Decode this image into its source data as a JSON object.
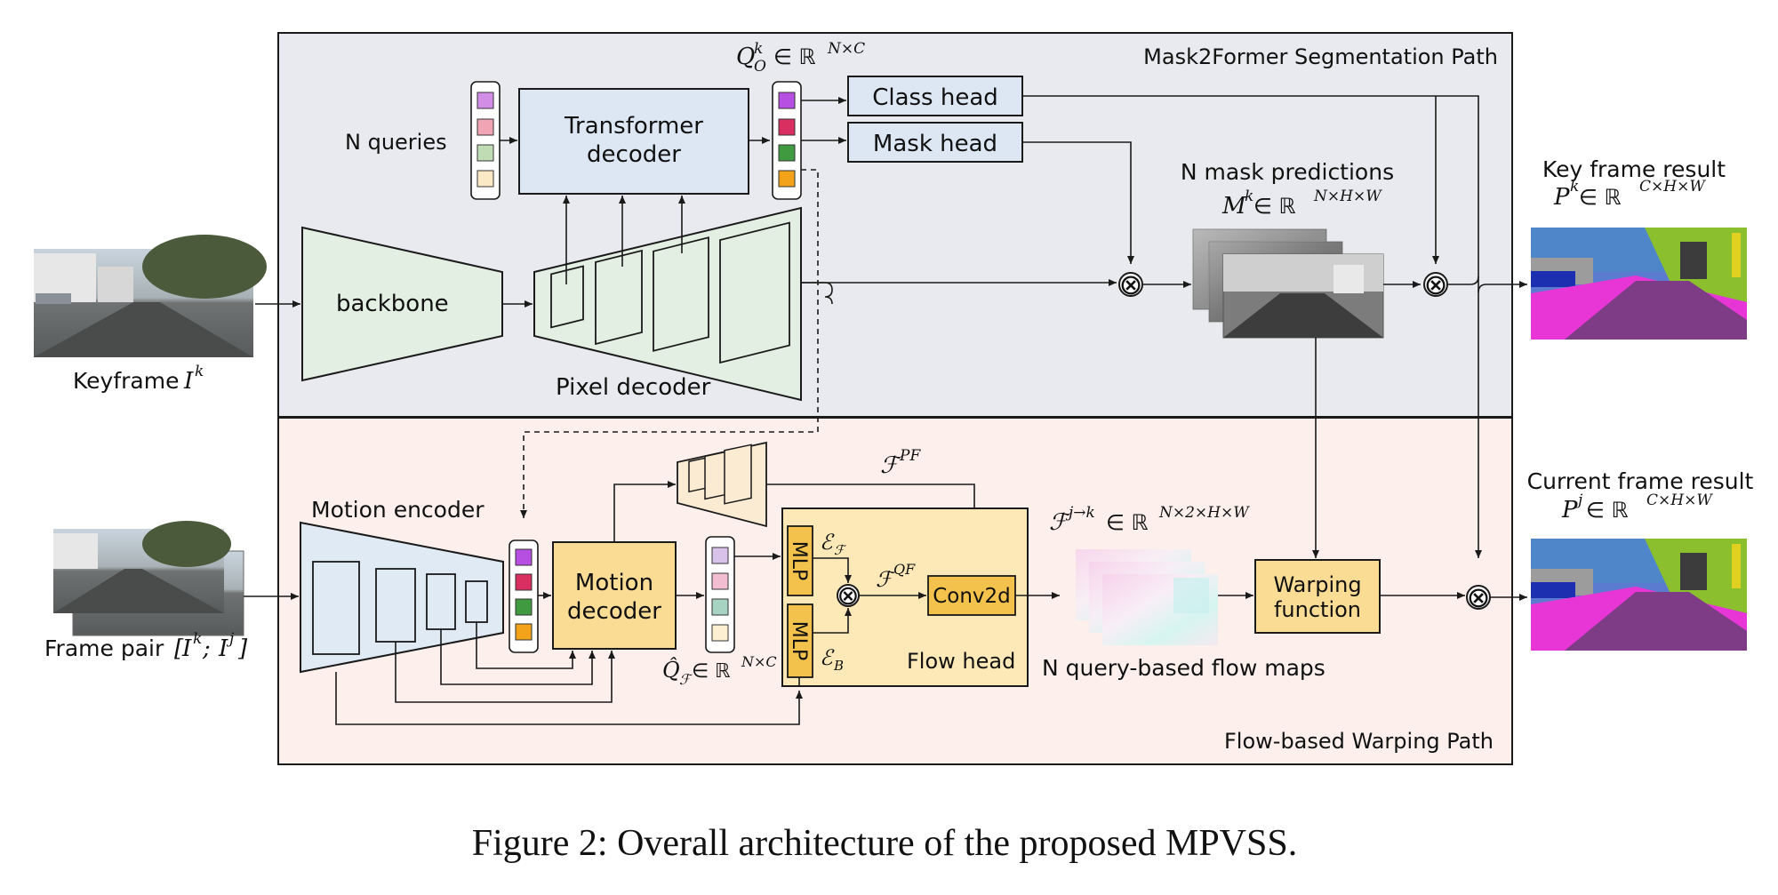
{
  "labels": {
    "seg_path": "Mask2Former Segmentation Path",
    "warp_path": "Flow-based Warping Path",
    "n_queries": "N queries",
    "transformer_decoder_l1": "Transformer",
    "transformer_decoder_l2": "decoder",
    "q0": "Q",
    "q0_sup": "k",
    "q0_sub": "O",
    "q0_dim": "∈ ℝ",
    "q0_dim_sup": "N×C",
    "class_head": "Class head",
    "mask_head": "Mask head",
    "backbone": "backbone",
    "pixel_decoder": "Pixel decoder",
    "keyframe": "Keyframe ",
    "keyframe_sym": "I",
    "keyframe_sup": "k",
    "mask_pred_title": "N mask predictions",
    "mask_pred_sym": "M",
    "mask_pred_sup": "k",
    "mask_pred_dim": " ∈ ℝ",
    "mask_pred_dim_sup": "N×H×W",
    "key_result_title": "Key frame result",
    "key_result_sym": "P",
    "key_result_sup": "k",
    "key_result_dim": " ∈ ℝ",
    "key_result_dim_sup": "C×H×W",
    "motion_encoder": "Motion encoder",
    "motion_decoder_l1": "Motion",
    "motion_decoder_l2": "decoder",
    "frame_pair_text": "Frame pair ",
    "frame_pair_open": "[",
    "frame_pair_i1": "I",
    "frame_pair_k": "k",
    "frame_pair_sep": "; ",
    "frame_pair_i2": "I",
    "frame_pair_j": "j",
    "frame_pair_close": "]",
    "qf": "Q̂",
    "qf_sub": "ℱ",
    "qf_dim": " ∈ ℝ",
    "qf_dim_sup": "N×C",
    "mlp": "MLP",
    "ef": "ℰ",
    "ef_sub": "ℱ",
    "eb": "ℰ",
    "eb_sub": "B",
    "fpf": "ℱ",
    "fpf_sup": "PF",
    "fqf": "ℱ",
    "fqf_sup": "QF",
    "conv2d": "Conv2d",
    "flow_head": "Flow head",
    "flow_sym": "ℱ",
    "flow_sup": "j→k",
    "flow_dim": " ∈ ℝ",
    "flow_dim_sup": "N×2×H×W",
    "flow_maps": "N query-based flow maps",
    "warping_l1": "Warping",
    "warping_l2": "function",
    "cur_result_title": "Current frame result",
    "cur_result_sym": "P",
    "cur_result_sup": "j",
    "cur_result_dim": " ∈ ℝ",
    "cur_result_dim_sup": "C×H×W",
    "otimes": "⊗"
  },
  "caption": "Figure 2: Overall architecture of the proposed MPVSS.",
  "colors": {
    "seg_bg": "#e9eaef",
    "warp_bg": "#fcefec",
    "transformer_fill": "#dde7f4",
    "head_fill": "#dde7f4",
    "backbone_fill": "#e3efe3",
    "encoder_fill": "#dfeaf5",
    "motion_decoder_fill": "#fbdc95",
    "flow_head_fill": "#fde9b8",
    "mlp_fill": "#f3c24d",
    "query_colors_top": [
      "#d28ee6",
      "#f1a4b4",
      "#c0dcb5",
      "#fbe8c4"
    ],
    "query_colors_out": [
      "#b74fe3",
      "#d92e60",
      "#3f9a40",
      "#f2a31a"
    ],
    "query_colors_motion": [
      "#b74fe3",
      "#d92e60",
      "#3f9a40",
      "#f2a31a"
    ],
    "query_colors_qf": [
      "#d9c2ea",
      "#f2bdd0",
      "#a7d3c3",
      "#fdf0d2"
    ]
  }
}
